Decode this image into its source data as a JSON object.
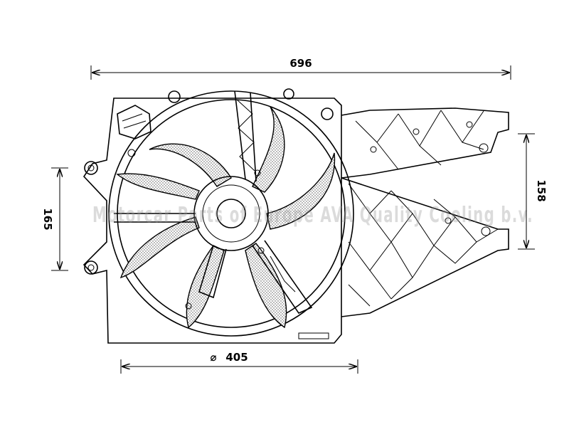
{
  "dimensions": {
    "overall_width": "696",
    "left_height": "165",
    "right_height": "158",
    "fan_diameter": "405",
    "diameter_symbol": "⌀"
  },
  "watermark": "Motorcar Parts of Europe AVA Quality Cooling b.v.",
  "colors": {
    "line": "#000000",
    "watermark": "#9a9a9a"
  }
}
